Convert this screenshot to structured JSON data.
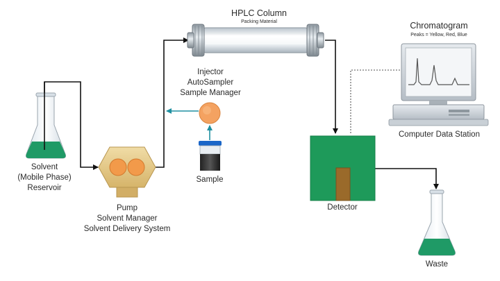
{
  "column": {
    "title": "HPLC Column",
    "subtitle": "Packing Material"
  },
  "chromatogram": {
    "title": "Chromatogram",
    "subtitle": "Peaks = Yellow, Red, Blue",
    "station_label": "Computer Data Station"
  },
  "injector": {
    "line1": "Injector",
    "line2": "AutoSampler",
    "line3": "Sample Manager"
  },
  "solvent": {
    "line1": "Solvent",
    "line2": "(Mobile Phase)",
    "line3": "Reservoir"
  },
  "pump": {
    "line1": "Pump",
    "line2": "Solvent Manager",
    "line3": "Solvent Delivery System"
  },
  "sample": {
    "label": "Sample"
  },
  "detector": {
    "label": "Detector"
  },
  "waste": {
    "label": "Waste"
  },
  "colors": {
    "liquid_green": "#1f9a66",
    "detector_green": "#1e9a5a",
    "detector_cell": "#9a6a2a",
    "flow_arrow_teal": "#1e8fa0",
    "pump_gold": "#e2c37e",
    "pump_orange": "#f29a4a",
    "injector_orange": "#f4a261",
    "sample_cap_blue": "#1a66c8"
  }
}
